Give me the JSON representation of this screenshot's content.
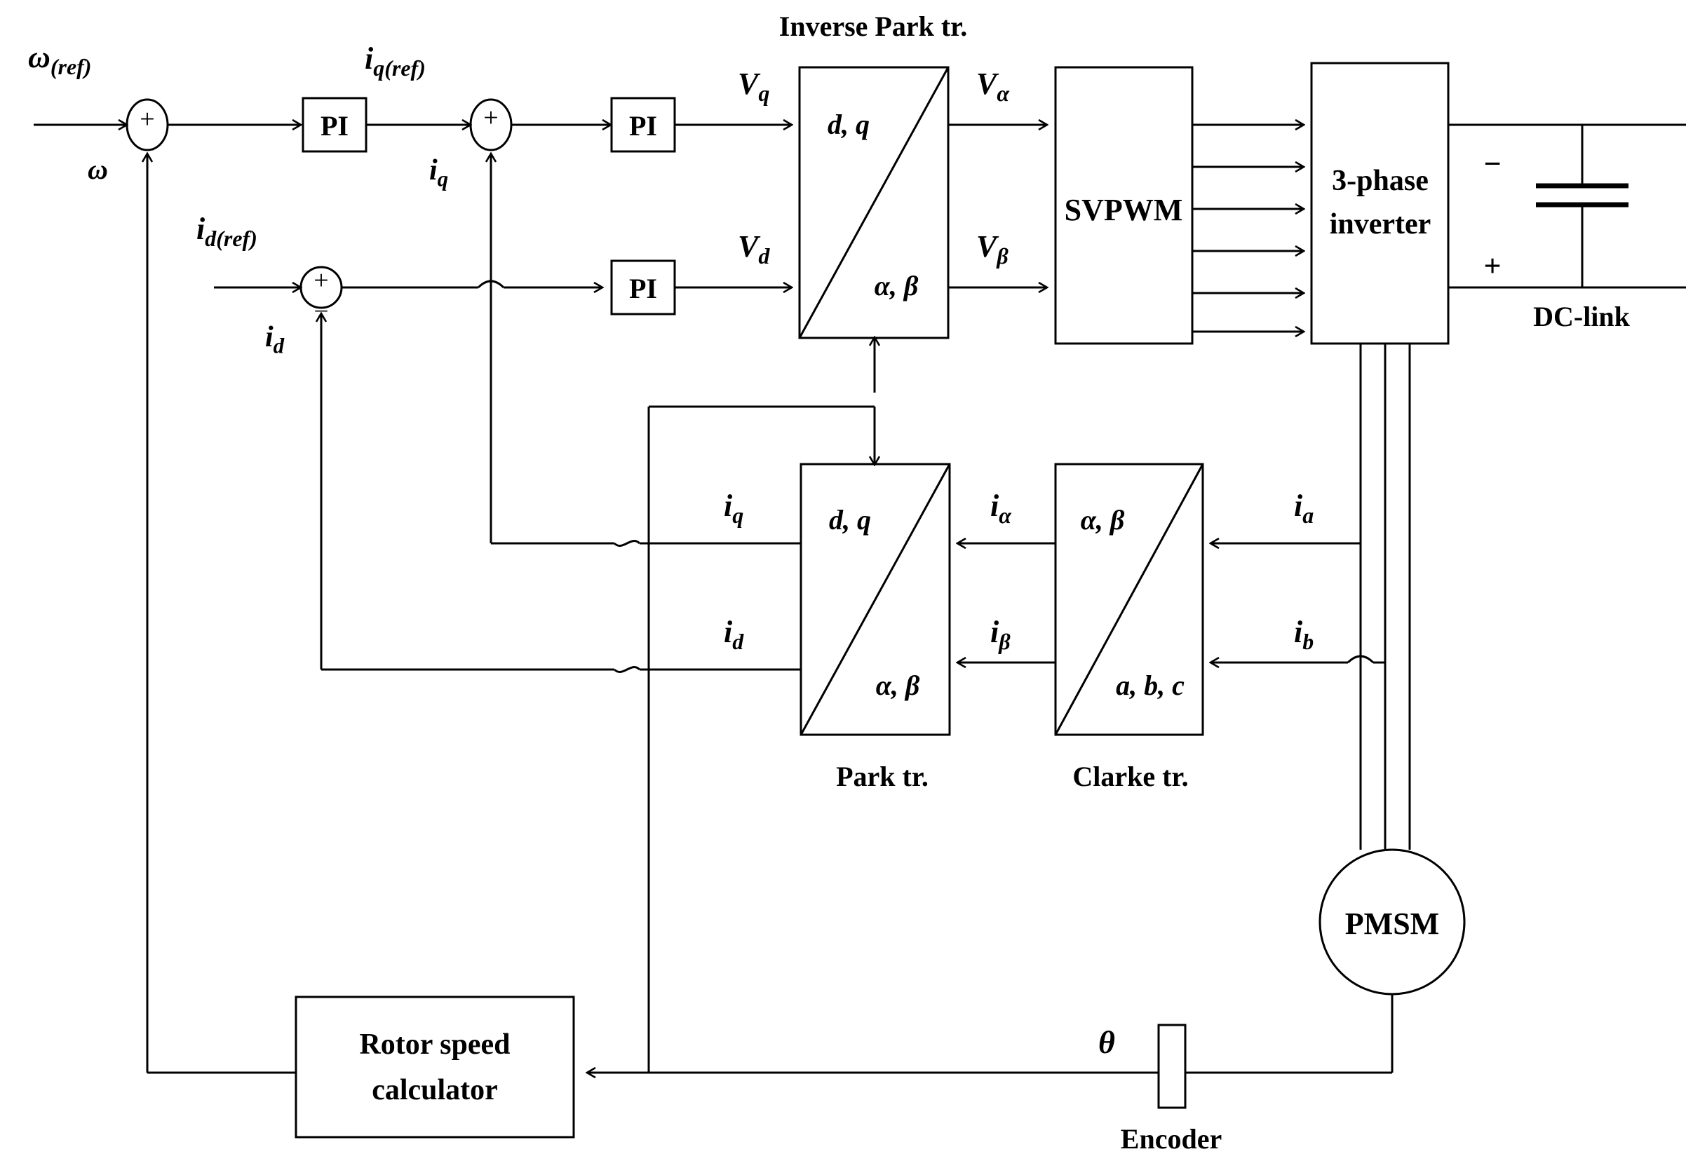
{
  "diagram": {
    "title_inverse_park": "Inverse Park tr.",
    "title_park": "Park tr.",
    "title_clarke": "Clarke tr.",
    "title_encoder": "Encoder",
    "title_dclink": "DC-link"
  },
  "blocks": {
    "pi_speed": "PI",
    "pi_q": "PI",
    "pi_d": "PI",
    "inverse_park_top": "d, q",
    "inverse_park_bottom": "α, β",
    "svpwm": "SVPWM",
    "inverter_line1": "3-phase",
    "inverter_line2": "inverter",
    "park_top": "d, q",
    "park_bottom": "α, β",
    "clarke_top": "α, β",
    "clarke_bottom": "a, b, c",
    "pmsm": "PMSM",
    "rotor_speed_line1": "Rotor speed",
    "rotor_speed_line2": "calculator"
  },
  "signals": {
    "omega_ref": "ω",
    "omega_ref_sub": "(ref)",
    "omega_fb": "ω",
    "iq_ref": "i",
    "iq_ref_sub": "q(ref)",
    "iq_fb": "i",
    "iq_fb_sub": "q",
    "id_ref": "i",
    "id_ref_sub": "d(ref)",
    "id_fb": "i",
    "id_fb_sub": "d",
    "vq": "V",
    "vq_sub": "q",
    "vd": "V",
    "vd_sub": "d",
    "valpha": "V",
    "valpha_sub": "α",
    "vbeta": "V",
    "vbeta_sub": "β",
    "iq_park": "i",
    "iq_park_sub": "q",
    "id_park": "i",
    "id_park_sub": "d",
    "ialpha": "i",
    "ialpha_sub": "α",
    "ibeta": "i",
    "ibeta_sub": "β",
    "ia": "i",
    "ia_sub": "a",
    "ib": "i",
    "ib_sub": "b",
    "theta": "θ",
    "dc_minus": "−",
    "dc_plus": "+"
  },
  "junctions": {
    "plus": "+",
    "minus": "_"
  },
  "colors": {
    "line": "#000000",
    "background": "#ffffff"
  }
}
